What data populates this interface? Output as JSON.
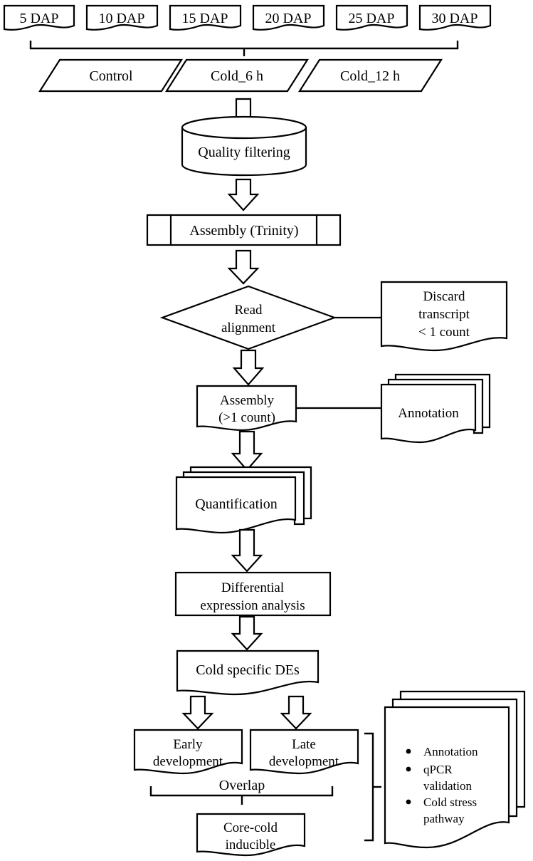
{
  "diagram": {
    "title": "RNA-seq transcriptome analysis workflow",
    "stages": {
      "timepoints": [
        {
          "id": "dap5",
          "label": "5 DAP"
        },
        {
          "id": "dap10",
          "label": "10 DAP"
        },
        {
          "id": "dap15",
          "label": "15 DAP"
        },
        {
          "id": "dap20",
          "label": "20 DAP"
        },
        {
          "id": "dap25",
          "label": "25 DAP"
        },
        {
          "id": "dap30",
          "label": "30 DAP"
        }
      ],
      "treatments": [
        {
          "id": "control",
          "label": "Control"
        },
        {
          "id": "cold6h",
          "label": "Cold_6 h"
        },
        {
          "id": "cold12h",
          "label": "Cold_12 h"
        }
      ],
      "quality_filtering": {
        "label": "Quality filtering"
      },
      "assembly_trinity": {
        "label": "Assembly (Trinity)"
      },
      "read_alignment": {
        "line1": "Read",
        "line2": "alignment"
      },
      "discard": {
        "line1": "Discard",
        "line2": "transcript",
        "line3": "< 1 count"
      },
      "assembly_count": {
        "line1": "Assembly",
        "line2": "(>1 count)"
      },
      "annotation": {
        "label": "Annotation"
      },
      "quantification": {
        "label": "Quantification"
      },
      "differential": {
        "line1": "Differential",
        "line2": "expression analysis"
      },
      "cold_specific": {
        "label": "Cold specific DEs"
      },
      "early_dev": {
        "line1": "Early",
        "line2": "development"
      },
      "late_dev": {
        "line1": "Late",
        "line2": "development"
      },
      "overlap": {
        "label": "Overlap"
      },
      "core_cold": {
        "line1": "Core-cold",
        "line2": "inducible"
      },
      "downstream": {
        "bullets": [
          {
            "lines": [
              "Annotation"
            ]
          },
          {
            "lines": [
              "qPCR",
              "validation"
            ]
          },
          {
            "lines": [
              "Cold stress",
              "pathway"
            ]
          }
        ]
      }
    },
    "colors": {
      "stroke": "#000000",
      "fill": "#ffffff",
      "text": "#000000"
    }
  }
}
